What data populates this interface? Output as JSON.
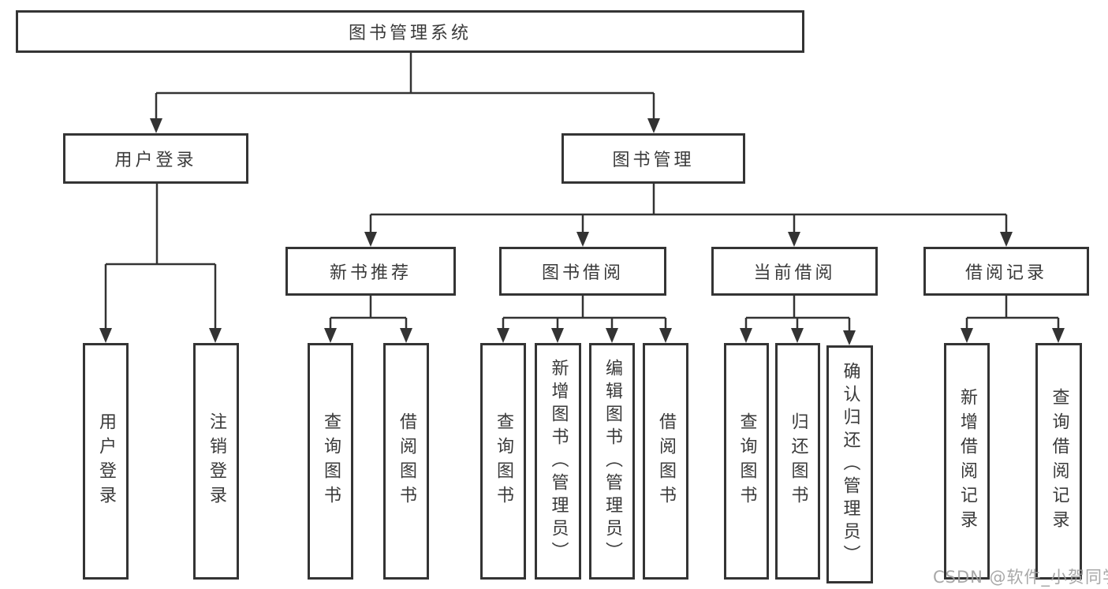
{
  "diagram": {
    "title_node": "图书管理系统",
    "root": "图书管理系统",
    "level2": {
      "user_login": "用户登录",
      "book_mgmt": "图书管理"
    },
    "level3": {
      "new_book": "新书推荐",
      "book_borrow": "图书借阅",
      "current_borrow": "当前借阅",
      "borrow_record": "借阅记录"
    },
    "leaves": {
      "user_login": "用户登录",
      "logout": "注销登录",
      "nb_query": "查询图书",
      "nb_borrow": "借阅图书",
      "bb_query": "查询图书",
      "bb_add": "新增图书（管理员）",
      "bb_edit": "编辑图书（管理员）",
      "bb_borrow": "借阅图书",
      "cb_query": "查询图书",
      "cb_return": "归还图书",
      "cb_confirm": "确认归还（管理员）",
      "br_add": "新增借阅记录",
      "br_query": "查询借阅记录"
    }
  },
  "watermark": "CSDN @软件_小贺同学",
  "colors": {
    "line": "#333333",
    "box_border": "#343434",
    "text": "#3a3a3a",
    "watermark": "#9e9e9e",
    "background": "#ffffff"
  }
}
